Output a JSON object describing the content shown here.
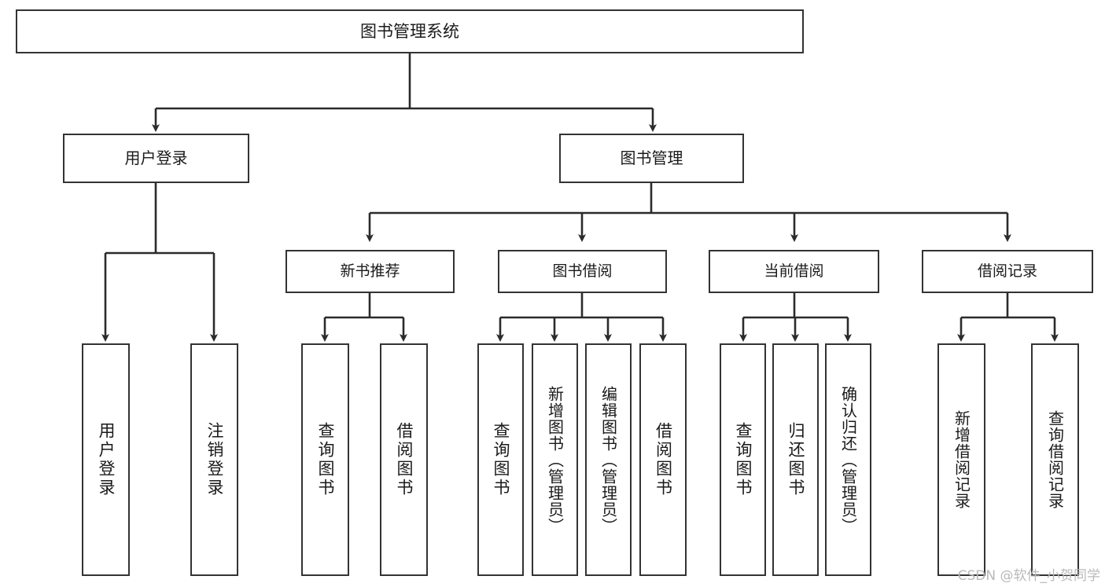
{
  "diagram": {
    "type": "tree-hierarchy-diagram",
    "title": "图书管理系统",
    "root": {
      "label": "图书管理系统"
    },
    "level1": [
      {
        "id": "user-login",
        "label": "用户登录"
      },
      {
        "id": "book-manage",
        "label": "图书管理"
      }
    ],
    "level2": [
      {
        "id": "new-book-recommend",
        "label": "新书推荐",
        "parent": "book-manage"
      },
      {
        "id": "book-borrow",
        "label": "图书借阅",
        "parent": "book-manage"
      },
      {
        "id": "current-borrow",
        "label": "当前借阅",
        "parent": "book-manage"
      },
      {
        "id": "borrow-record",
        "label": "借阅记录",
        "parent": "book-manage"
      }
    ],
    "leaves": [
      {
        "id": "leaf-user-login",
        "label": "用户登录",
        "parent": "user-login"
      },
      {
        "id": "leaf-logout",
        "label": "注销登录",
        "parent": "user-login"
      },
      {
        "id": "leaf-query-book-1",
        "label": "查询图书",
        "parent": "new-book-recommend"
      },
      {
        "id": "leaf-borrow-book-1",
        "label": "借阅图书",
        "parent": "new-book-recommend"
      },
      {
        "id": "leaf-query-book-2",
        "label": "查询图书",
        "parent": "book-borrow"
      },
      {
        "id": "leaf-add-book",
        "label": "新增图书（管理员）",
        "parent": "book-borrow"
      },
      {
        "id": "leaf-edit-book",
        "label": "编辑图书（管理员）",
        "parent": "book-borrow"
      },
      {
        "id": "leaf-borrow-book-2",
        "label": "借阅图书",
        "parent": "book-borrow"
      },
      {
        "id": "leaf-query-book-3",
        "label": "查询图书",
        "parent": "current-borrow"
      },
      {
        "id": "leaf-return-book",
        "label": "归还图书",
        "parent": "current-borrow"
      },
      {
        "id": "leaf-confirm-return",
        "label": "确认归还（管理员）",
        "parent": "current-borrow"
      },
      {
        "id": "leaf-add-record",
        "label": "新增借阅记录",
        "parent": "borrow-record"
      },
      {
        "id": "leaf-query-record",
        "label": "查询借阅记录",
        "parent": "borrow-record"
      }
    ],
    "colors": {
      "background": "#ffffff",
      "box_fill": "#ffffff",
      "box_border": "#333333",
      "connector": "#2b2b2b",
      "text": "#1a1a1a",
      "watermark": "#b9b9b9"
    }
  },
  "watermark": {
    "text": "CSDN @软件_小贺同学"
  }
}
